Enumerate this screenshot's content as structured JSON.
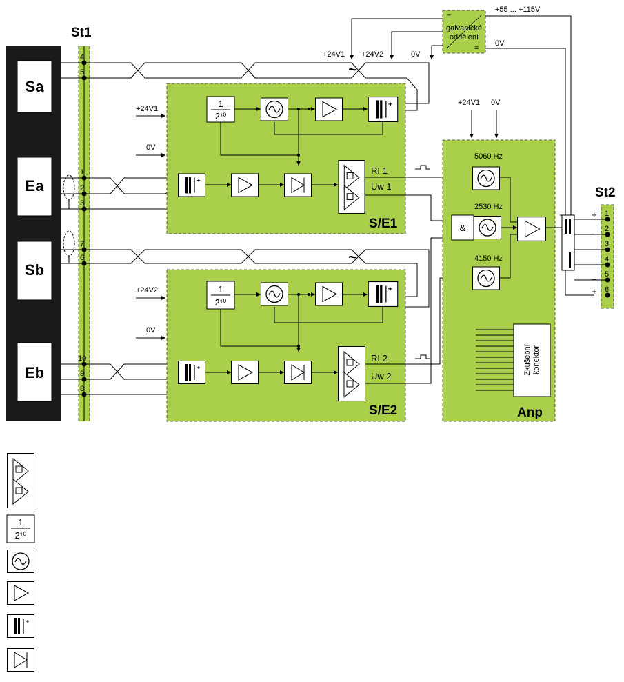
{
  "connectors": {
    "st1": "St1",
    "st2": "St2"
  },
  "left_blocks": {
    "sa": "Sa",
    "ea": "Ea",
    "sb": "Sb",
    "eb": "Eb"
  },
  "modules": {
    "se1": "S/E1",
    "se2": "S/E2",
    "anp": "Anp"
  },
  "galvanic": {
    "line1": "galvanické",
    "line2": "oddělení",
    "eq_top": "=",
    "eq_bottom": "="
  },
  "power": {
    "supply": "+55 ... +115V",
    "v24v1": "+24V1",
    "v24v2": "+24V2",
    "v0": "0V"
  },
  "st1_pins": {
    "p1": "1",
    "p2": "2",
    "p3": "3",
    "p4": "4",
    "p5": "5",
    "p6": "6",
    "p7": "7",
    "p8": "8",
    "p9": "9",
    "p10": "10"
  },
  "st2_pins": {
    "p1": "1",
    "p2": "2",
    "p3": "3",
    "p4": "4",
    "p5": "5",
    "p6": "6"
  },
  "polarity": {
    "plus": "+",
    "minus": "−"
  },
  "signals": {
    "ri1": "RI 1",
    "uw1": "Uw 1",
    "ri2": "RI 2",
    "uw2": "Uw 2"
  },
  "divider": {
    "num": "1",
    "den": "2¹⁰"
  },
  "frequencies": {
    "f1": "5060 Hz",
    "f2": "2530 Hz",
    "f3": "4150 Hz"
  },
  "and_gate": "&",
  "tilde": "~",
  "test_connector": {
    "line1": "Zkušební",
    "line2": "konektor"
  }
}
